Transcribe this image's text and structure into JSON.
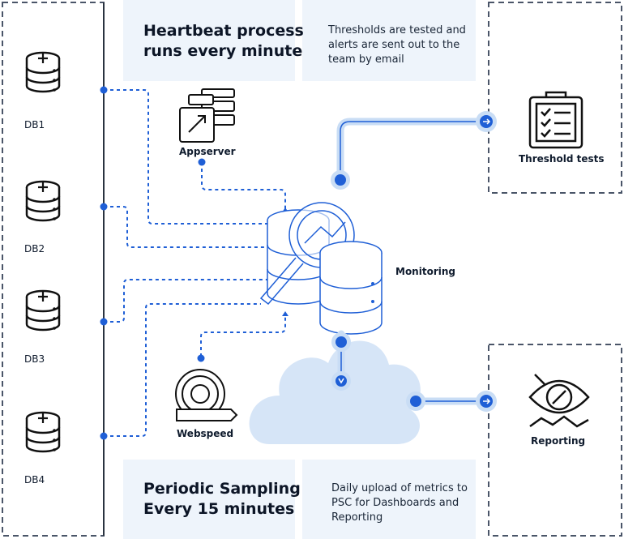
{
  "panels": {
    "heartbeat": {
      "line1": "Heartbeat process",
      "line2": "runs every minute"
    },
    "thresholds_note": {
      "line1": "Thresholds are tested and",
      "line2": "alerts are sent out to the",
      "line3": "team by email"
    },
    "periodic": {
      "line1": "Periodic Sampling",
      "line2": "Every 15 minutes"
    },
    "daily_note": {
      "line1": "Daily upload of metrics to",
      "line2": "PSC for Dashboards and",
      "line3": "Reporting"
    }
  },
  "databases": [
    "DB1",
    "DB2",
    "DB3",
    "DB4"
  ],
  "nodes": {
    "appserver": "Appserver",
    "webspeed": "Webspeed",
    "monitoring": "Monitoring",
    "threshold_tests": "Threshold tests",
    "reporting": "Reporting"
  },
  "icons": {
    "database": "database-icon",
    "appserver": "appserver-icon",
    "webspeed": "webspeed-icon",
    "monitoring": "monitoring-icon",
    "clipboard": "clipboard-checklist-icon",
    "eye": "eye-icon",
    "cloud": "cloud-icon"
  },
  "colors": {
    "accent": "#1f5fd6",
    "panel_bg": "#eef4fb",
    "line_light": "#c9ddf5",
    "dash_border": "#4a5568"
  }
}
